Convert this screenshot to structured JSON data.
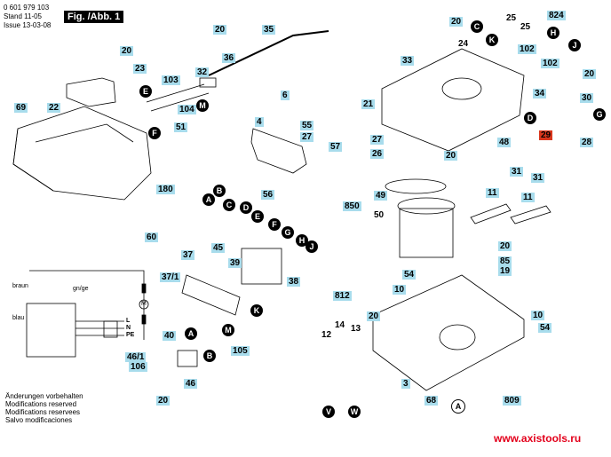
{
  "header": {
    "part_number": "0 601 979 103",
    "stand_label": "Stand",
    "stand_value": "11-05",
    "issue_label": "Issue",
    "issue_value": "13-03-08",
    "figure_title": "Fig. /Abb. 1"
  },
  "labels": {
    "l20a": "20",
    "l23": "23",
    "l20b": "20",
    "l35": "35",
    "l36": "36",
    "l32": "32",
    "l103": "103",
    "l104": "104",
    "l6": "6",
    "l4": "4",
    "l55": "55",
    "l27a": "27",
    "l57": "57",
    "l56": "56",
    "l69": "69",
    "l22": "22",
    "l51": "51",
    "l180": "180",
    "l20c": "20",
    "l824": "824",
    "l25a": "25",
    "l25b": "25",
    "l24": "24",
    "l102a": "102",
    "l102b": "102",
    "l33": "33",
    "l21": "21",
    "l20d": "20",
    "l34": "34",
    "l30": "30",
    "l27b": "27",
    "l26": "26",
    "l48": "48",
    "l20e": "20",
    "l29": "29",
    "l28": "28",
    "l31a": "31",
    "l31b": "31",
    "l850": "850",
    "l49": "49",
    "l50": "50",
    "l11a": "11",
    "l11b": "11",
    "l20f": "20",
    "l85": "85",
    "l19": "19",
    "l54a": "54",
    "l10a": "10",
    "l10b": "10",
    "l54b": "54",
    "l812": "812",
    "l12": "12",
    "l14": "14",
    "l13": "13",
    "l20g": "20",
    "l3": "3",
    "l68": "68",
    "l809": "809",
    "l60": "60",
    "l45": "45",
    "l37": "37",
    "l39": "39",
    "l38": "38",
    "l371": "37/1",
    "l40": "40",
    "l105": "105",
    "l461": "46/1",
    "l106": "106",
    "l46": "46",
    "l20h": "20"
  },
  "callouts": {
    "E1": "E",
    "F1": "F",
    "M1": "M",
    "C1": "C",
    "K1": "K",
    "H1": "H",
    "J1": "J",
    "D1": "D",
    "G1": "G",
    "A1": "A",
    "B1": "B",
    "C2": "C",
    "D2": "D",
    "E2": "E",
    "F2": "F",
    "G2": "G",
    "H2": "H",
    "J2": "J",
    "K2": "K",
    "A2": "A",
    "M2": "M",
    "B2": "B",
    "V": "V",
    "W": "W",
    "A3": "A"
  },
  "wiring": {
    "braun": "braun",
    "gn_ge": "gn/ge",
    "blau": "blau",
    "L": "L",
    "N": "N",
    "PE": "PE",
    "motor": "M"
  },
  "footer": {
    "line1": "Änderungen vorbehalten",
    "line2": "Modifications reserved",
    "line3": "Modifications reservees",
    "line4": "Salvo modificaciones"
  },
  "watermark": "www.axistools.ru"
}
